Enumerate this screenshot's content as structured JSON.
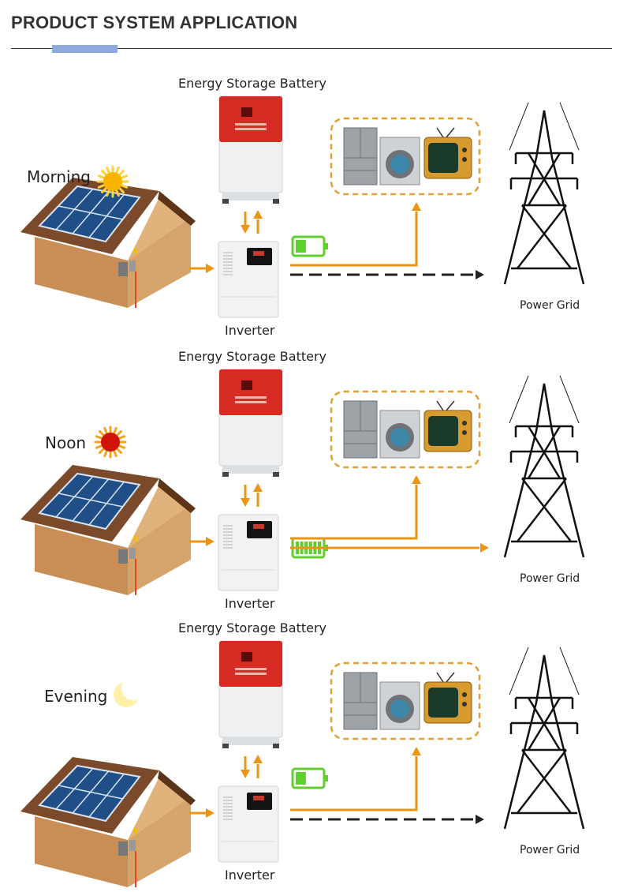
{
  "title": "PRODUCT SYSTEM APPLICATION",
  "labels": {
    "battery": "Energy Storage Battery",
    "inverter": "Inverter",
    "grid": "Power Grid"
  },
  "scenarios": [
    {
      "time": "Morning",
      "sun_icon": "sun-icon",
      "battery_level": 0.4,
      "grid_flow": "dashed"
    },
    {
      "time": "Noon",
      "sun_icon": "sun-red-icon",
      "battery_level": 1.0,
      "grid_flow": "solid"
    },
    {
      "time": "Evening",
      "sun_icon": "moon-icon",
      "battery_level": 0.4,
      "grid_flow": "dashed"
    }
  ],
  "colors": {
    "flow_orange": "#ef9412",
    "dashed_line": "#222222",
    "battery_green": "#5fcf2e",
    "appliance_border": "#e0a033",
    "house_wall": "#d6a36b",
    "roof": "#7b4a2a",
    "title_accent": "#8ea9dc"
  }
}
